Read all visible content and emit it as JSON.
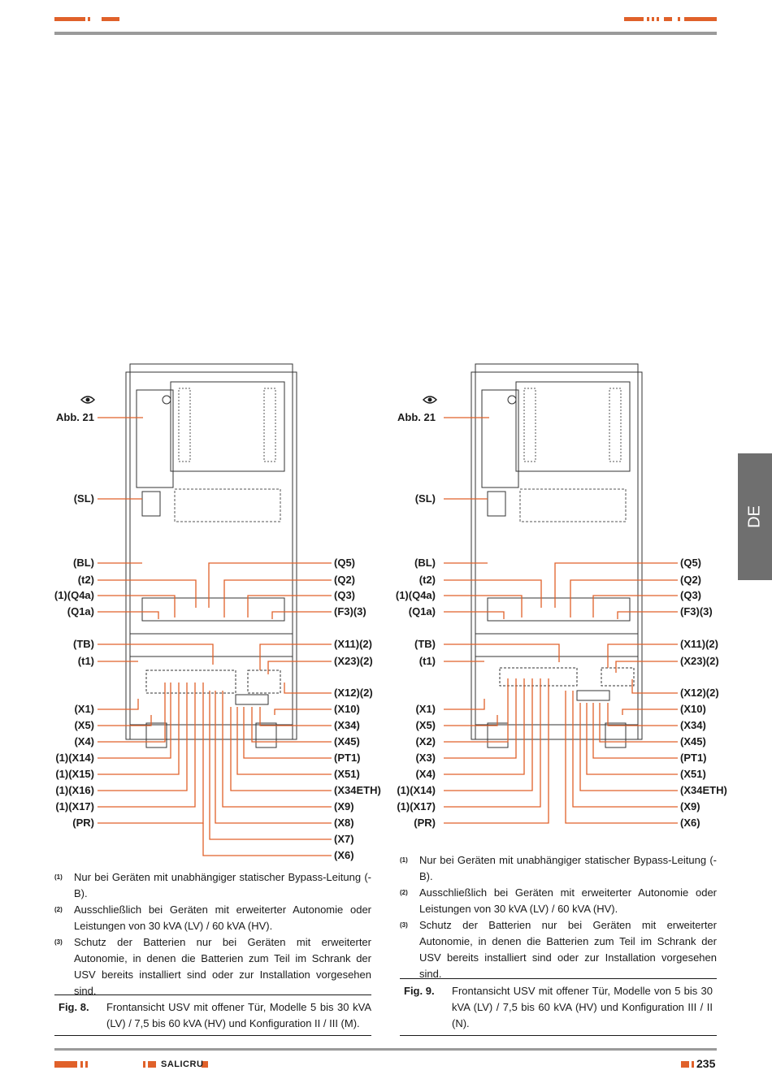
{
  "side_tab": "DE",
  "footer": {
    "brand": "SALICRU",
    "page_number": "235"
  },
  "accent_color": "#e0612a",
  "left_figure": {
    "eye_icon": "eye-icon",
    "left_labels": [
      "Abb. 21",
      "(SL)",
      "(BL)",
      "(t2)",
      "(1)(Q4a)",
      "(Q1a)",
      "(TB)",
      "(t1)",
      "(X1)",
      "(X5)",
      "(X4)",
      "(1)(X14)",
      "(1)(X15)",
      "(1)(X16)",
      "(1)(X17)",
      "(PR)"
    ],
    "right_labels": [
      "(Q5)",
      "(Q2)",
      "(Q3)",
      "(F3)(3)",
      "(X11)(2)",
      "(X23)(2)",
      "(X12)(2)",
      "(X10)",
      "(X34)",
      "(X45)",
      "(PT1)",
      "(X51)",
      "(X34ETH)",
      "(X9)",
      "(X8)",
      "(X7)",
      "(X6)"
    ]
  },
  "right_figure": {
    "eye_icon": "eye-icon",
    "left_labels": [
      "Abb. 21",
      "(SL)",
      "(BL)",
      "(t2)",
      "(1)(Q4a)",
      "(Q1a)",
      "(TB)",
      "(t1)",
      "(X1)",
      "(X5)",
      "(X2)",
      "(X3)",
      "(X4)",
      "(1)(X14)",
      "(1)(X17)",
      "(PR)"
    ],
    "right_labels": [
      "(Q5)",
      "(Q2)",
      "(Q3)",
      "(F3)(3)",
      "(X11)(2)",
      "(X23)(2)",
      "(X12)(2)",
      "(X10)",
      "(X34)",
      "(X45)",
      "(PT1)",
      "(X51)",
      "(X34ETH)",
      "(X9)",
      "(X6)"
    ]
  },
  "left_footnotes": [
    {
      "mark": "(1)",
      "text": "Nur bei Geräten mit unabhängiger statischer Bypass-Leitung (-B)."
    },
    {
      "mark": "(2)",
      "text": "Ausschließlich bei Geräten mit erweiterter Autonomie oder Leistungen von 30 kVA (LV) / 60 kVA (HV)."
    },
    {
      "mark": "(3)",
      "text": "Schutz der Batterien nur bei Geräten mit erweiterter Autonomie, in denen die Batterien zum Teil im Schrank der USV bereits installiert sind oder zur Installation vorgesehen sind."
    }
  ],
  "right_footnotes": [
    {
      "mark": "(1)",
      "text": "Nur bei Geräten mit unabhängiger statischer Bypass-Leitung (-B)."
    },
    {
      "mark": "(2)",
      "text": "Ausschließlich bei Geräten mit erweiterter Autonomie oder Leistungen von 30 kVA (LV) / 60 kVA (HV)."
    },
    {
      "mark": "(3)",
      "text": "Schutz der Batterien nur bei Geräten mit erweiterter Autonomie, in denen die Batterien zum Teil im Schrank der USV bereits installiert sind oder zur Installation vorgesehen sind."
    }
  ],
  "captions": {
    "left": {
      "number": "Fig. 8.",
      "text": "Frontansicht USV mit offener Tür, Modelle 5 bis 30 kVA (LV) / 7,5 bis 60 kVA (HV) und Konfiguration II / III (M)."
    },
    "right": {
      "number": "Fig. 9.",
      "text": "Frontansicht USV mit offener Tür, Modelle von 5 bis 30 kVA (LV) / 7,5 bis 60 kVA (HV) und Konfiguration III / II (N)."
    }
  }
}
